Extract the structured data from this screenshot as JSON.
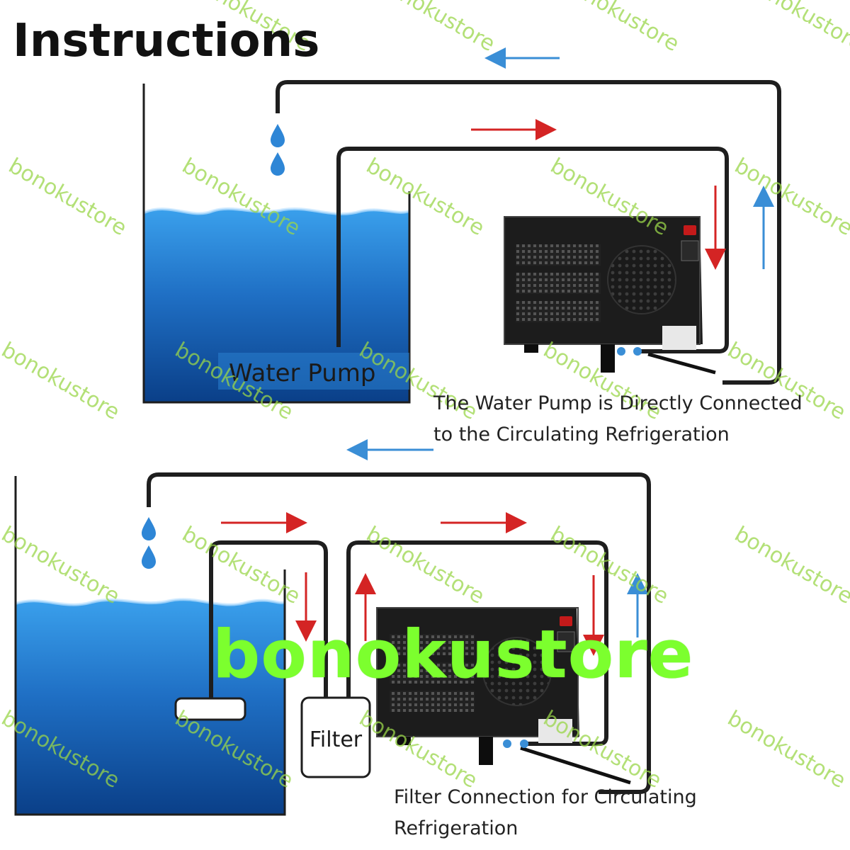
{
  "title": "Instructions",
  "diagram_top": {
    "pump_label": "Water Pump",
    "caption_line1": "The Water Pump is Directly Connected",
    "caption_line2": "to the Circulating Refrigeration"
  },
  "diagram_bottom": {
    "filter_label": "Filter",
    "caption_line1": "Filter Connection for Circulating",
    "caption_line2": "Refrigeration"
  },
  "watermark": {
    "brand": "bonokustore",
    "main_text": "bonokustore"
  },
  "colors": {
    "pipe": "#1e1e1e",
    "flow_in": "#d42424",
    "flow_out": "#3a8ed6",
    "water_top": "#2f8fe0",
    "water_bottom": "#0a3f88",
    "droplet": "#2e86d6",
    "chiller_body": "#1c1c1c",
    "watermark_main": "#7cff2e",
    "watermark_small": "#9ad64a"
  }
}
